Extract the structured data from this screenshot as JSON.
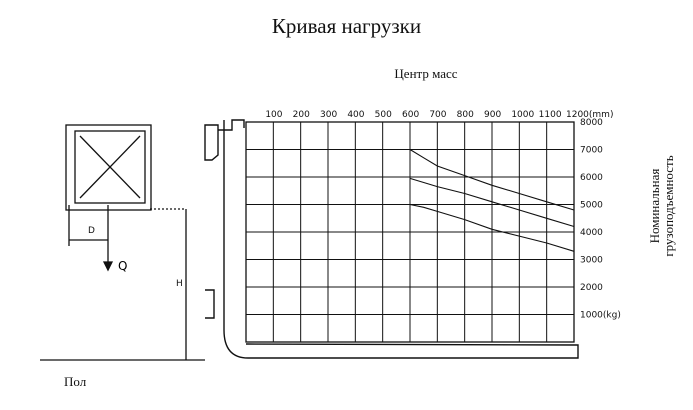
{
  "title": "Кривая нагрузки",
  "floor_label": "Пол",
  "diagram_labels": {
    "d": "D",
    "q": "Q",
    "h": "H"
  },
  "chart_data": {
    "type": "line",
    "title": "Кривая нагрузки",
    "xlabel": "Центр масс",
    "ylabel_lines": [
      "Номинальная",
      "грузоподъемность"
    ],
    "x_ticks": [
      100,
      200,
      300,
      400,
      500,
      600,
      700,
      800,
      900,
      1000,
      1100,
      1200
    ],
    "x_tick_labels": [
      "100",
      "200",
      "300",
      "400",
      "500",
      "600",
      "700",
      "800",
      "900",
      "1000",
      "1100",
      "1200(mm)"
    ],
    "y_ticks": [
      1000,
      2000,
      3000,
      4000,
      5000,
      6000,
      7000,
      8000
    ],
    "y_tick_labels": [
      "1000(kg)",
      "2000",
      "3000",
      "4000",
      "5000",
      "6000",
      "7000",
      "8000"
    ],
    "xlim": [
      0,
      1200
    ],
    "ylim": [
      0,
      8000
    ],
    "grid": true,
    "series": [
      {
        "x": [
          600,
          650,
          700,
          800,
          900,
          1000,
          1100,
          1200
        ],
        "y": [
          7000,
          6700,
          6400,
          6050,
          5700,
          5400,
          5100,
          4800
        ]
      },
      {
        "x": [
          600,
          650,
          700,
          800,
          900,
          1000,
          1100,
          1200
        ],
        "y": [
          5950,
          5800,
          5650,
          5400,
          5100,
          4800,
          4500,
          4200
        ]
      },
      {
        "x": [
          600,
          650,
          700,
          800,
          900,
          1000,
          1100,
          1200
        ],
        "y": [
          5000,
          4900,
          4750,
          4450,
          4100,
          3850,
          3600,
          3300
        ]
      }
    ]
  }
}
